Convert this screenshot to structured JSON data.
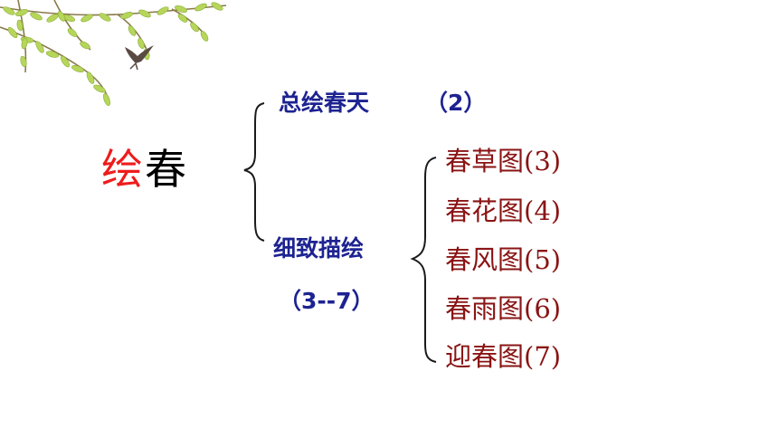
{
  "slide": {
    "title_accent": "绘",
    "title_rest": "春",
    "branch_general": {
      "label": "总绘春天",
      "range": "（2）"
    },
    "branch_detail": {
      "label": "细致描绘",
      "range": "（3--7）"
    },
    "pictures": [
      "春草图(3)",
      "春花图(4)",
      "春风图(5)",
      "春雨图(6)",
      "迎春图(7)"
    ]
  },
  "colors": {
    "accent": "#ee1c1c",
    "blue_text": "#1d2391",
    "red_text": "#8a1414",
    "leaf": "#b6d65a",
    "branch": "#8a7a4a"
  },
  "decoration": {
    "icon": "willow-branch-and-swallow-icon"
  }
}
